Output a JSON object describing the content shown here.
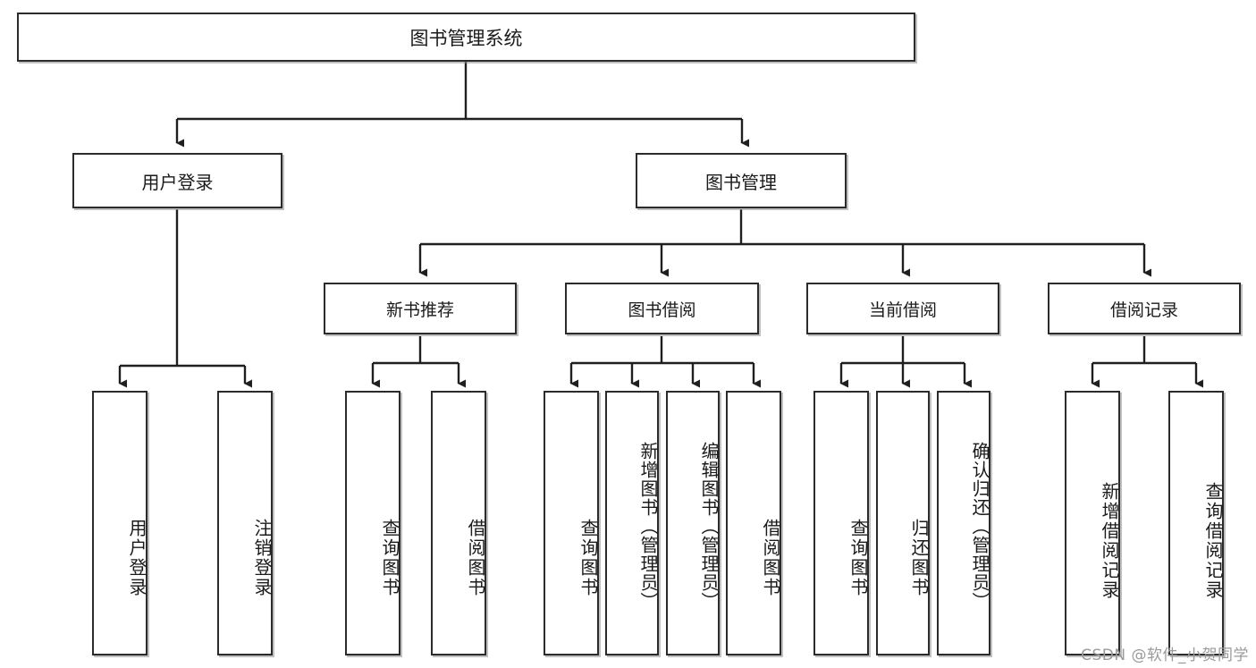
{
  "diagram": {
    "title": "图书管理系统",
    "type": "tree-hierarchy",
    "root": {
      "label": "图书管理系统",
      "children": [
        {
          "label": "用户登录",
          "children": [
            {
              "label": "用户登录"
            },
            {
              "label": "注销登录"
            }
          ]
        },
        {
          "label": "图书管理",
          "children": [
            {
              "label": "新书推荐",
              "children": [
                {
                  "label": "查询图书"
                },
                {
                  "label": "借阅图书"
                }
              ]
            },
            {
              "label": "图书借阅",
              "children": [
                {
                  "label": "查询图书"
                },
                {
                  "label": "新增图书（管理员）"
                },
                {
                  "label": "编辑图书（管理员）"
                },
                {
                  "label": "借阅图书"
                }
              ]
            },
            {
              "label": "当前借阅",
              "children": [
                {
                  "label": "查询图书"
                },
                {
                  "label": "归还图书"
                },
                {
                  "label": "确认归还（管理员）"
                }
              ]
            },
            {
              "label": "借阅记录",
              "children": [
                {
                  "label": "新增借阅记录"
                },
                {
                  "label": "查询借阅记录"
                }
              ]
            }
          ]
        }
      ]
    }
  },
  "nodes": {
    "root": "图书管理系统",
    "user_login": "用户登录",
    "book_manage": "图书管理",
    "new_book_rec": "新书推荐",
    "book_borrow": "图书借阅",
    "current_borrow": "当前借阅",
    "borrow_record": "借阅记录",
    "leaf_user_login": "用户登录",
    "leaf_logout": "注销登录",
    "leaf_rec_query": "查询图书",
    "leaf_rec_borrow": "借阅图书",
    "leaf_borrow_query": "查询图书",
    "leaf_borrow_add": "新增图书（管理员）",
    "leaf_borrow_edit": "编辑图书（管理员）",
    "leaf_borrow_borrow": "借阅图书",
    "leaf_cur_query": "查询图书",
    "leaf_cur_return": "归还图书",
    "leaf_cur_confirm": "确认归还（管理员）",
    "leaf_rec_add": "新增借阅记录",
    "leaf_rec_query2": "查询借阅记录"
  },
  "watermark": "CSDN @软件_小贺同学",
  "colors": {
    "border": "#2b2b2b",
    "background": "#ffffff",
    "text": "#1a1a1a",
    "connector": "#1f1f1f",
    "watermark": "#9a9a9a"
  }
}
